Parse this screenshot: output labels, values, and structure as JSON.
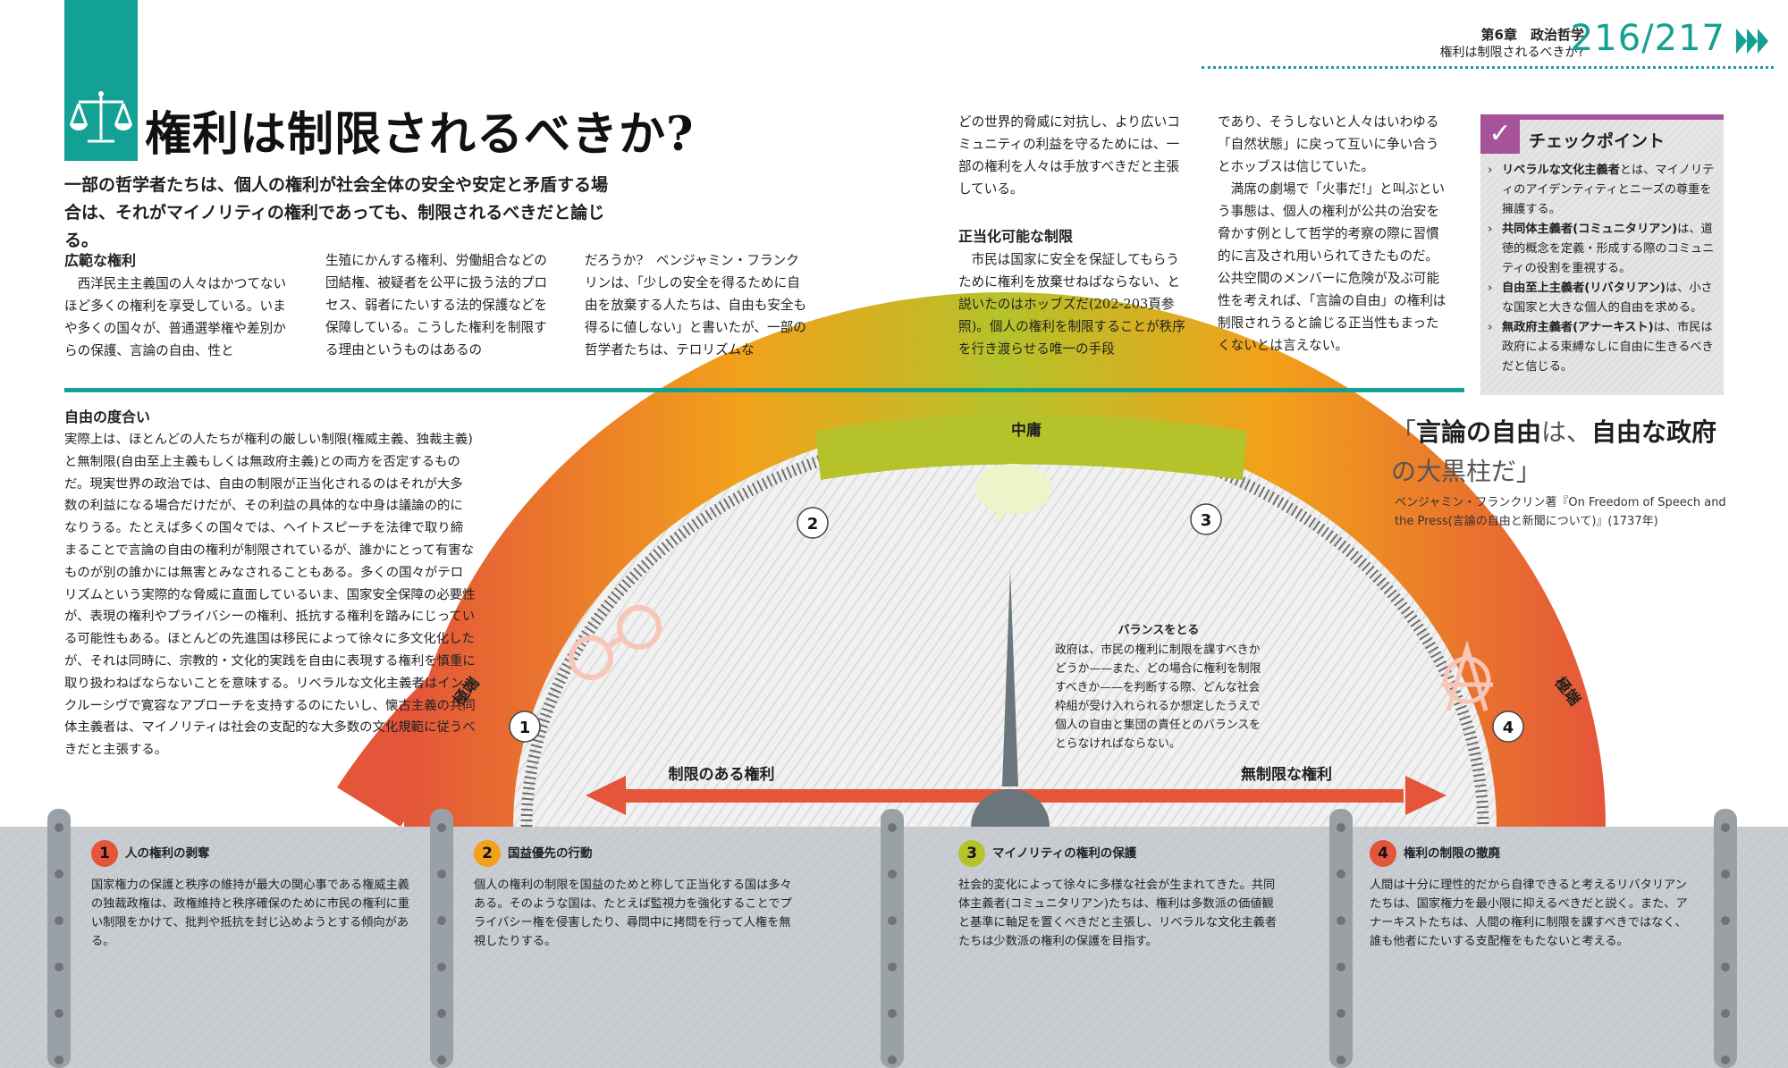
{
  "header": {
    "title": "権利は制限されるべきか?",
    "lead": "一部の哲学者たちは、個人の権利が社会全体の安全や安定と矛盾する場合は、それがマイノリティの権利であっても、制限されるべきだと論じる。",
    "running_head_chapter": "第6章　政治哲学",
    "running_head_title": "権利は制限されるべきか?",
    "page_left": "216",
    "page_sep": "/",
    "page_right": "217"
  },
  "col1": {
    "heading": "広範な権利",
    "text": "西洋民主主義国の人々はかつてないほど多くの権利を享受している。いまや多くの国々が、普通選挙権や差別からの保護、言論の自由、性と"
  },
  "col2": {
    "text": "生殖にかんする権利、労働組合などの団結権、被疑者を公平に扱う法的プロセス、弱者にたいする法的保護などを保障している。こうした権利を制限する理由というものはあるの"
  },
  "col3": {
    "text": "だろうか?　ベンジャミン・フランクリンは、「少しの安全を得るために自由を放棄する人たちは、自由も安全も得るに値しない」と書いたが、一部の哲学者たちは、テロリズムな"
  },
  "col4": {
    "text_top": "どの世界的脅威に対抗し、より広いコミュニティの利益を守るためには、一部の権利を人々は手放すべきだと主張している。",
    "heading": "正当化可能な制限",
    "text": "市民は国家に安全を保証してもらうために権利を放棄せねばならない、と説いたのはホッブズだ(202-203頁参照)。個人の権利を制限することが秩序を行き渡らせる唯一の手段"
  },
  "col5": {
    "text_top": "であり、そうしないと人々はいわゆる「自然状態」に戻って互いに争い合うとホッブスは信じていた。",
    "text": "満席の劇場で「火事だ!」と叫ぶという事態は、個人の権利が公共の治安を脅かす例として哲学的考察の際に習慣的に言及され用いられてきたものだ。公共空間のメンバーに危険が及ぶ可能性を考えれば、「言論の自由」の権利は制限されうると論じる正当性もまったくないとは言えない。"
  },
  "checkpoint": {
    "title": "チェックポイント",
    "items": [
      {
        "term": "リベラルな文化主義者",
        "text": "とは、マイノリティのアイデンティティとニーズの尊重を擁護する。"
      },
      {
        "term": "共同体主義者(コミュニタリアン)",
        "text": "は、道徳的概念を定義・形成する際のコミュニティの役割を重視する。"
      },
      {
        "term": "自由至上主義者(リバタリアン)",
        "text": "は、小さな国家と大きな個人的自由を求める。"
      },
      {
        "term": "無政府主義者(アナーキスト)",
        "text": "は、市民は政府による束縛なしに自由に生きるべきだと信じる。"
      }
    ]
  },
  "degree": {
    "heading": "自由の度合い",
    "text": "実際上は、ほとんどの人たちが権利の厳しい制限(権威主義、独裁主義)と無制限(自由至上主義もしくは無政府主義)との両方を否定するものだ。現実世界の政治では、自由の制限が正当化されるのはそれが大多数の利益になる場合だけだが、その利益の具体的な中身は議論の的になりうる。たとえば多くの国々では、ヘイトスピーチを法律で取り締まることで言論の自由の権利が制限されているが、誰かにとって有害なものが別の誰かには無害とみなされることもある。多くの国々がテロリズムという実際的な脅威に直面しているいま、国家安全保障の必要性が、表現の権利やプライバシーの権利、抵抗する権利を踏みにじっている可能性もある。ほとんどの先進国は移民によって徐々に多文化化したが、それは同時に、宗教的・文化的実践を自由に表現する権利を慎重に取り扱わねばならないことを意味する。リベラルな文化主義者はインクルーシヴで寛容なアプローチを支持するのにたいし、懐古主義の共同体主義者は、マイノリティは社会の支配的な大多数の文化規範に従うべきだと主張する。"
  },
  "quote": {
    "open": "「",
    "bold1": "言論の自由",
    "mid": "は、",
    "bold2": "自由な政府",
    "end": "の大黒柱だ」",
    "source": "ベンジャミン・フランクリン著『On Freedom of Speech and the Press(言論の自由と新聞について)』(1737年)"
  },
  "diagram": {
    "center_label": "中庸",
    "left_label": "極端",
    "right_label": "極端",
    "arrow_left_label": "制限のある権利",
    "arrow_right_label": "無制限な権利",
    "markers": [
      "1",
      "2",
      "3",
      "4"
    ],
    "balance_title": "バランスをとる",
    "balance_text": "政府は、市民の権利に制限を課すべきかどうか——また、どの場合に権利を制限すべきか——を判断する際、どんな社会枠組が受け入れられるか想定したうえで個人の自由と集団の責任とのバランスをとらなければならない。",
    "colors": {
      "teal": "#13a095",
      "green": "#b5c22a",
      "orange": "#f2a11b",
      "red": "#e4553a",
      "gray": "#c8ccd0",
      "dial": "#6b767c"
    },
    "icons": [
      "handcuffs-icon",
      "speech-bubble-icon",
      "anarchy-icon"
    ]
  },
  "panels": [
    {
      "num": "1",
      "title": "人の権利の剥奪",
      "color": "#e4553a",
      "text": "国家権力の保護と秩序の維持が最大の関心事である権威主義の独裁政権は、政権維持と秩序確保のために市民の権利に重い制限をかけて、批判や抵抗を封じ込めようとする傾向がある。"
    },
    {
      "num": "2",
      "title": "国益優先の行動",
      "color": "#f2a11b",
      "text": "個人の権利の制限を国益のためと称して正当化する国は多々ある。そのような国は、たとえば監視力を強化することでプライバシー権を侵害したり、尋問中に拷問を行って人権を無視したりする。"
    },
    {
      "num": "3",
      "title": "マイノリティの権利の保護",
      "color": "#b5c22a",
      "text": "社会的変化によって徐々に多様な社会が生まれてきた。共同体主義者(コミュニタリアン)たちは、権利は多数派の価値観と基準に軸足を置くべきだと主張し、リベラルな文化主義者たちは少数派の権利の保護を目指す。"
    },
    {
      "num": "4",
      "title": "権利の制限の撤廃",
      "color": "#e4553a",
      "text": "人間は十分に理性的だから自律できると考えるリバタリアンたちは、国家権力を最小限に抑えるべきだと説く。また、アナーキストたちは、人間の権利に制限を課すべきではなく、誰も他者にたいする支配権をもたないと考える。"
    }
  ]
}
